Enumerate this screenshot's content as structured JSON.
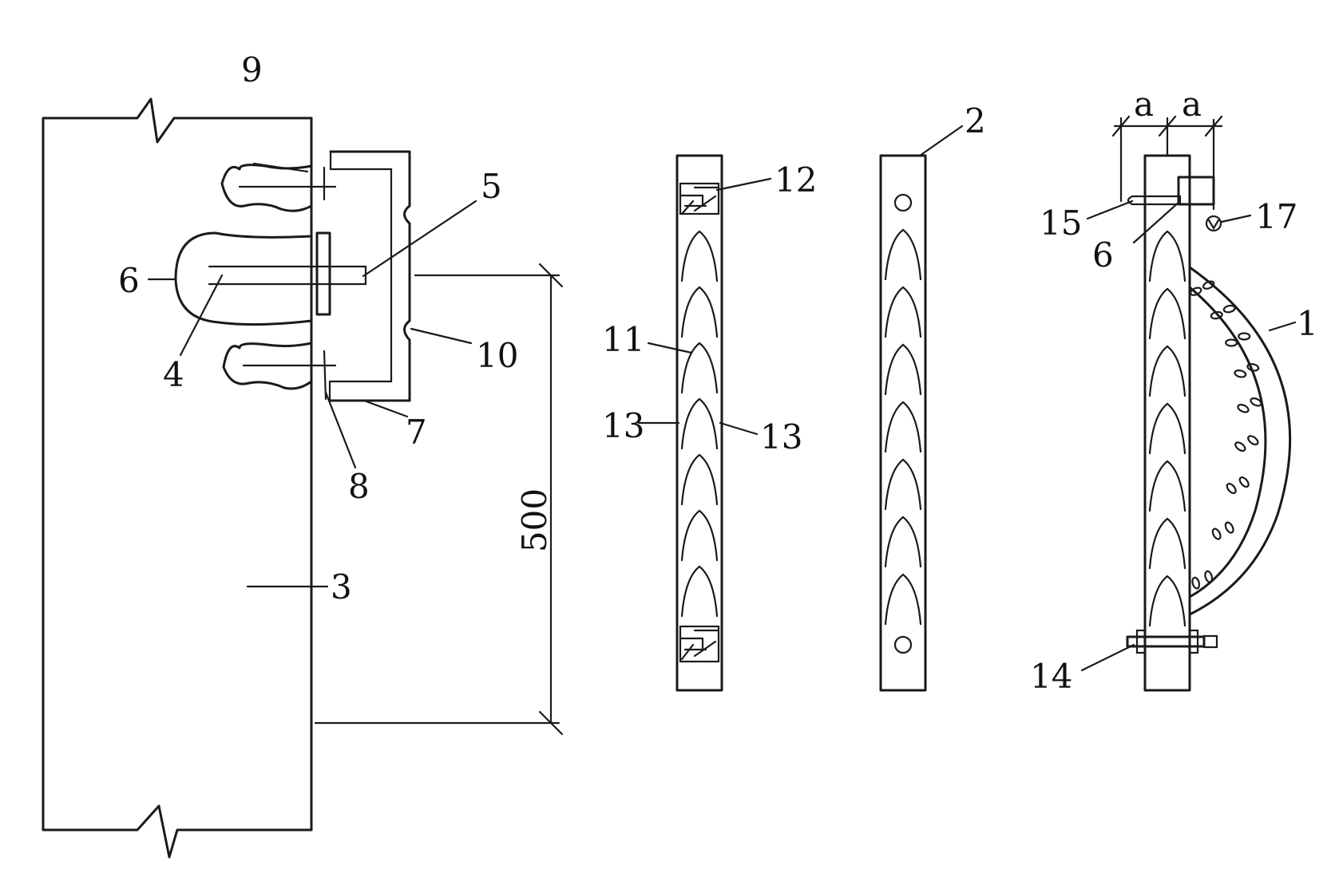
{
  "diagram": {
    "labels": {
      "l1": "1",
      "l2": "2",
      "l3": "3",
      "l4": "4",
      "l5": "5",
      "l6a": "6",
      "l6b": "6",
      "l7": "7",
      "l8": "8",
      "l9": "9",
      "l10": "10",
      "l11": "11",
      "l12": "12",
      "l13a": "13",
      "l13b": "13",
      "l14": "14",
      "l15": "15",
      "l17": "17",
      "a1": "a",
      "a2": "a"
    },
    "dimension": "500",
    "colors": {
      "line": "#1a1a1a",
      "background": "#ffffff"
    }
  }
}
